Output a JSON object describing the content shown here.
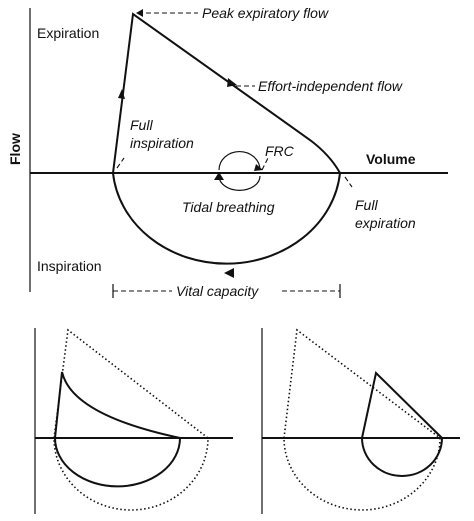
{
  "labels": {
    "expiration": "Expiration",
    "inspiration": "Inspiration",
    "flow_axis": "Flow",
    "volume_axis": "Volume",
    "peak_expiratory_flow": "Peak expiratory flow",
    "effort_independent_flow": "Effort-independent flow",
    "full_inspiration_line1": "Full",
    "full_inspiration_line2": "inspiration",
    "frc": "FRC",
    "tidal_breathing": "Tidal breathing",
    "full_expiration_line1": "Full",
    "full_expiration_line2": "expiration",
    "vital_capacity": "Vital capacity"
  }
}
